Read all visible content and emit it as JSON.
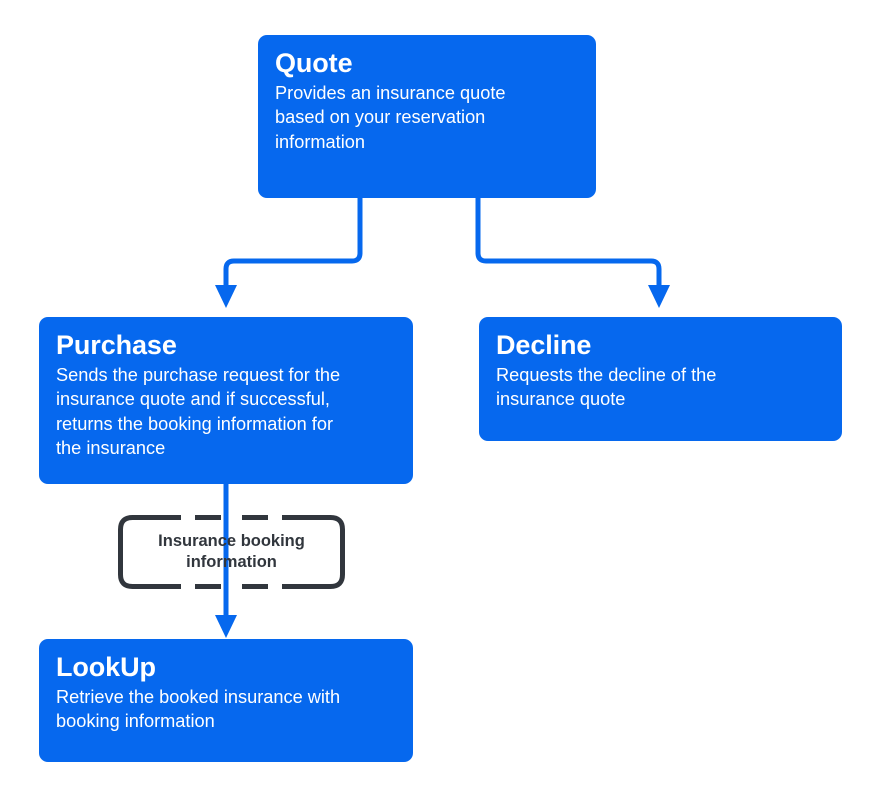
{
  "diagram": {
    "type": "flowchart",
    "title": "Insurance API operations flow",
    "colors": {
      "node_fill": "#0668EE",
      "node_text": "#FFFFFF",
      "connector": "#0668EE",
      "bracket_stroke": "#31363D",
      "background": "#FFFFFF"
    },
    "nodes": [
      {
        "id": "quote",
        "title": "Quote",
        "description": "Provides an insurance quote\nbased on your reservation\ninformation"
      },
      {
        "id": "purchase",
        "title": "Purchase",
        "description": "Sends the purchase request for the\ninsurance quote and if successful,\nreturns the booking information for\nthe insurance"
      },
      {
        "id": "decline",
        "title": "Decline",
        "description": "Requests the decline of the\ninsurance quote"
      },
      {
        "id": "lookup",
        "title": "LookUp",
        "description": "Retrieve the booked insurance with\nbooking information"
      }
    ],
    "annotations": [
      {
        "id": "insurance-booking-information",
        "label": "Insurance booking\ninformation",
        "style": "bracket-frame"
      }
    ],
    "edges": [
      {
        "from": "quote",
        "to": "purchase",
        "label": "",
        "style": "elbow-arrow"
      },
      {
        "from": "quote",
        "to": "decline",
        "label": "",
        "style": "elbow-arrow"
      },
      {
        "from": "purchase",
        "to": "lookup",
        "label": "Insurance booking information",
        "style": "straight-arrow"
      }
    ]
  }
}
